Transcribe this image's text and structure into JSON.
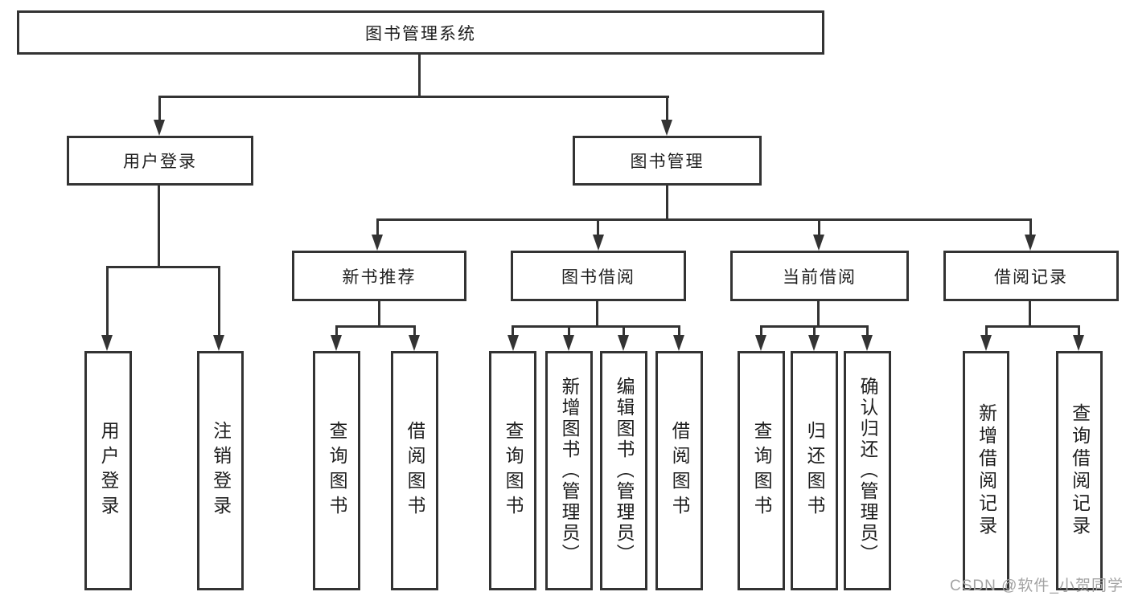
{
  "colors": {
    "line": "#333333",
    "box_border": "#333333",
    "text": "#1e1e1e",
    "background": "#ffffff",
    "watermark": "#a3a3a3"
  },
  "watermark": {
    "text": "CSDN @软件_小贺同学"
  },
  "nodes": {
    "root": {
      "label": "图书管理系统"
    },
    "user_login": {
      "label": "用户登录"
    },
    "book_mgmt": {
      "label": "图书管理"
    },
    "new_book_rec": {
      "label": "新书推荐"
    },
    "book_borrow": {
      "label": "图书借阅"
    },
    "current_borrow": {
      "label": "当前借阅"
    },
    "borrow_records": {
      "label": "借阅记录"
    },
    "leaf_user_login": {
      "label": "用户登录"
    },
    "leaf_logout": {
      "label": "注销登录"
    },
    "leaf_rec_query": {
      "label": "查询图书"
    },
    "leaf_rec_borrow": {
      "label": "借阅图书"
    },
    "leaf_bb_query": {
      "label": "查询图书"
    },
    "leaf_bb_add": {
      "label": "新增图书（管理员）"
    },
    "leaf_bb_edit": {
      "label": "编辑图书（管理员）"
    },
    "leaf_bb_borrow": {
      "label": "借阅图书"
    },
    "leaf_cb_query": {
      "label": "查询图书"
    },
    "leaf_cb_return": {
      "label": "归还图书"
    },
    "leaf_cb_confirm": {
      "label": "确认归还（管理员）"
    },
    "leaf_br_add": {
      "label": "新增借阅记录"
    },
    "leaf_br_query": {
      "label": "查询借阅记录"
    }
  }
}
